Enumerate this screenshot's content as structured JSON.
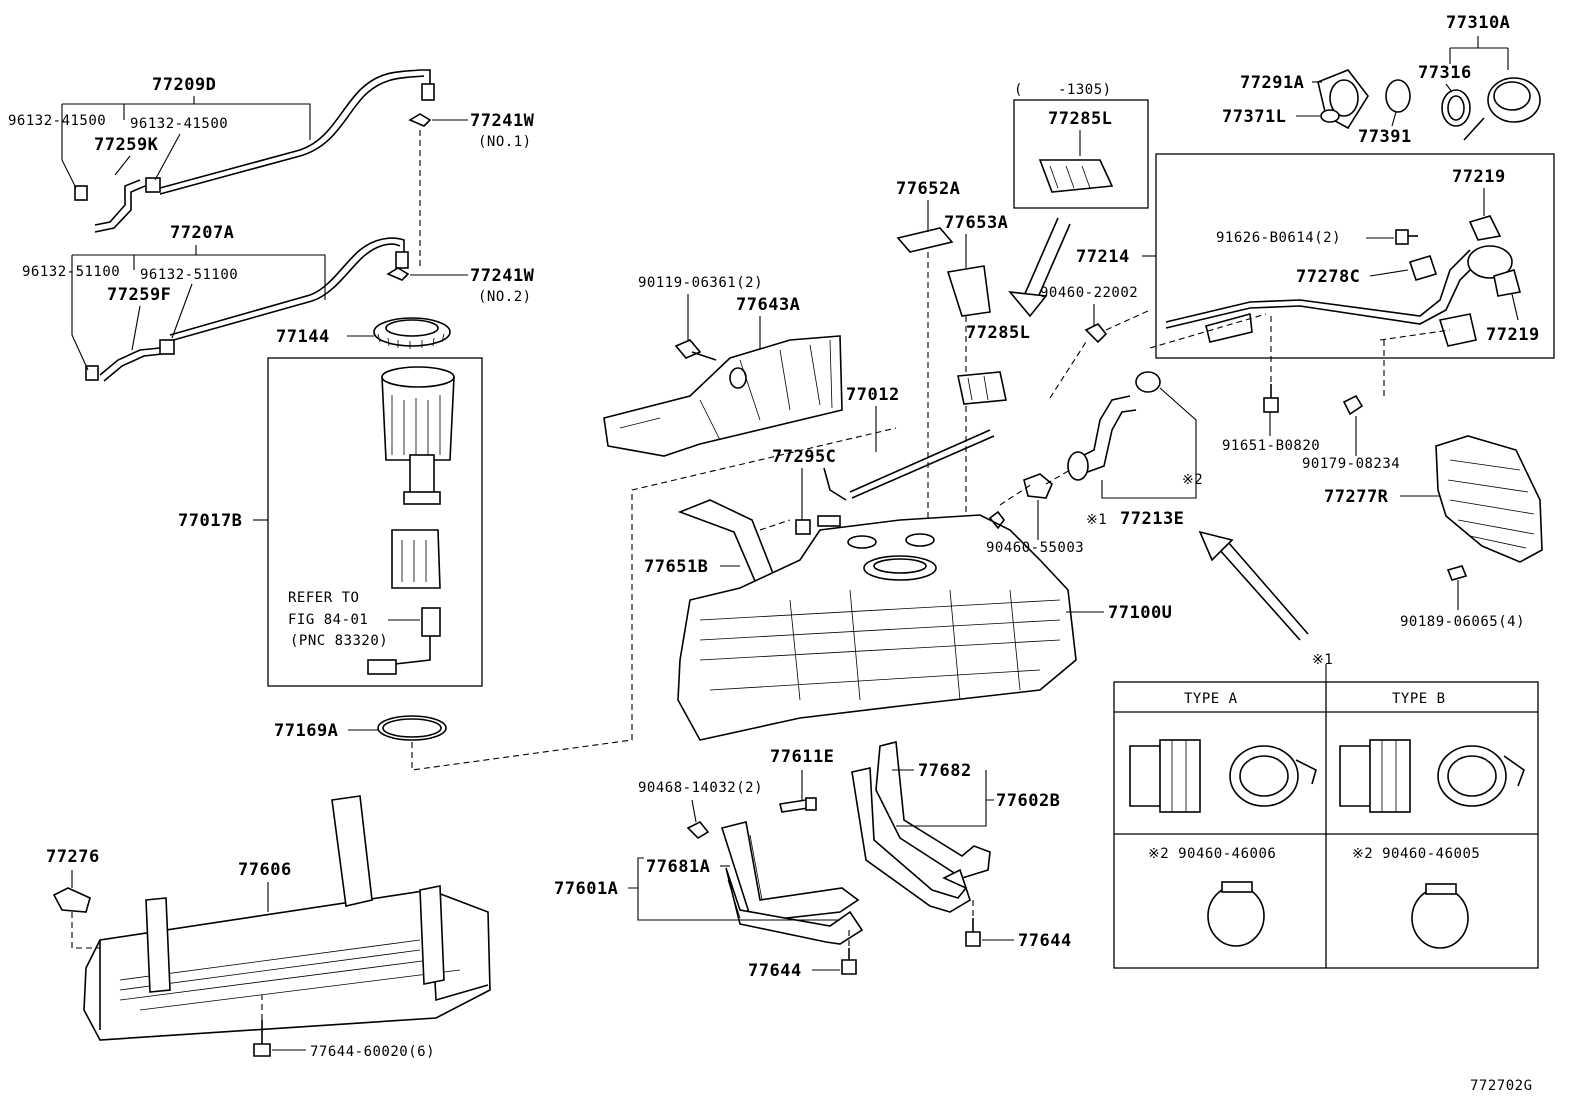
{
  "labels": {
    "p77209D": "77209D",
    "p96132_41500_a": "96132-41500",
    "p96132_41500_b": "96132-41500",
    "p77259K": "77259K",
    "p77241W_1": "77241W",
    "no1": "(NO.1)",
    "p77207A": "77207A",
    "p96132_51100_a": "96132-51100",
    "p96132_51100_b": "96132-51100",
    "p77259F": "77259F",
    "p77241W_2": "77241W",
    "no2": "(NO.2)",
    "p77144": "77144",
    "p77017B": "77017B",
    "refer1": "REFER TO",
    "refer2": "FIG 84-01",
    "refer3": "(PNC 83320)",
    "p77169A": "77169A",
    "p77276": "77276",
    "p77606": "77606",
    "p77644_60020": "77644-60020(6)",
    "p90119": "90119-06361(2)",
    "p77643A": "77643A",
    "p77652A": "77652A",
    "p77653A": "77653A",
    "range_open": "(",
    "range_end": "-1305)",
    "p77285L_box": "77285L",
    "p77285L": "77285L",
    "p77012": "77012",
    "p77295C": "77295C",
    "p77651B": "77651B",
    "p77100U": "77100U",
    "p90460_22002": "90460-22002",
    "p90460_55003": "90460-55003",
    "p77213E": "77213E",
    "mark_note1": "※1",
    "mark_note2": "※2",
    "mark_arrow1": "※1",
    "p77611E": "77611E",
    "p90468": "90468-14032(2)",
    "p77681A": "77681A",
    "p77601A": "77601A",
    "p77682": "77682",
    "p77602B": "77602B",
    "p77644_a": "77644",
    "p77644_b": "77644",
    "p77310A": "77310A",
    "p77291A": "77291A",
    "p77316": "77316",
    "p77371L": "77371L",
    "p77391": "77391",
    "p77214": "77214",
    "p77219_a": "77219",
    "p91626": "91626-B0614(2)",
    "p77278C": "77278C",
    "p77219_b": "77219",
    "p91651": "91651-B0820",
    "p90179": "90179-08234",
    "p77277R": "77277R",
    "p90189": "90189-06065(4)",
    "footer": "772702G"
  },
  "type_table": {
    "type_a": "TYPE  A",
    "type_b": "TYPE  B",
    "clamp_a": "※2 90460-46006",
    "clamp_b": "※2 90460-46005"
  }
}
